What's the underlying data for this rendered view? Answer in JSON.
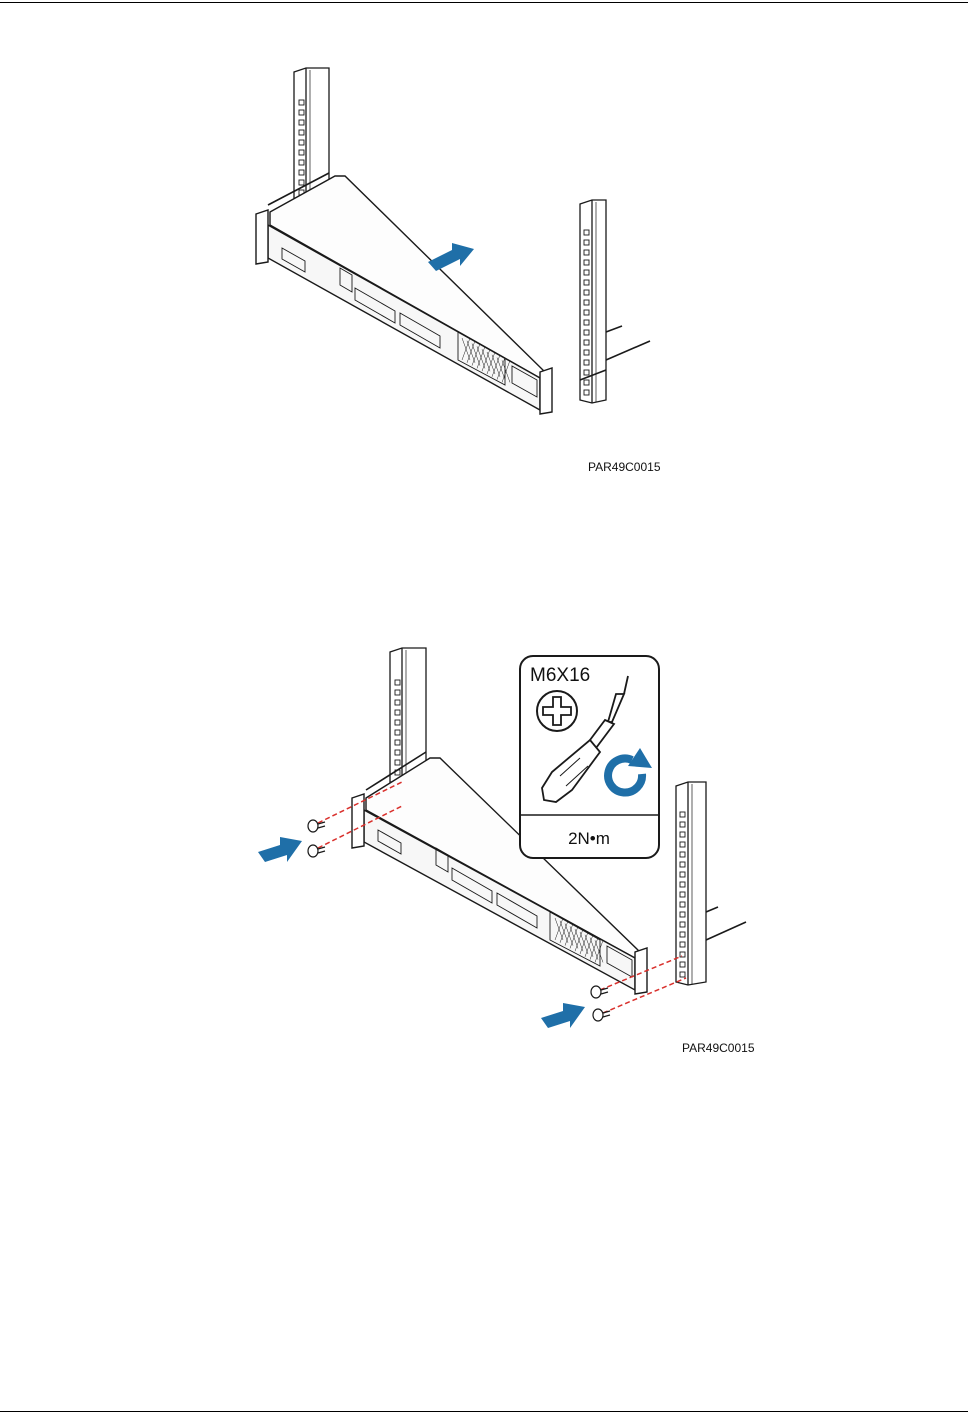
{
  "figure1": {
    "code": "PAR49C0015"
  },
  "figure2": {
    "code": "PAR49C0015",
    "spec_box": {
      "screw": "M6X16",
      "torque": "2N•m"
    }
  },
  "colors": {
    "arrow": "#1f6fa8",
    "dash": "#d9302c",
    "line": "#1a1a1a"
  }
}
